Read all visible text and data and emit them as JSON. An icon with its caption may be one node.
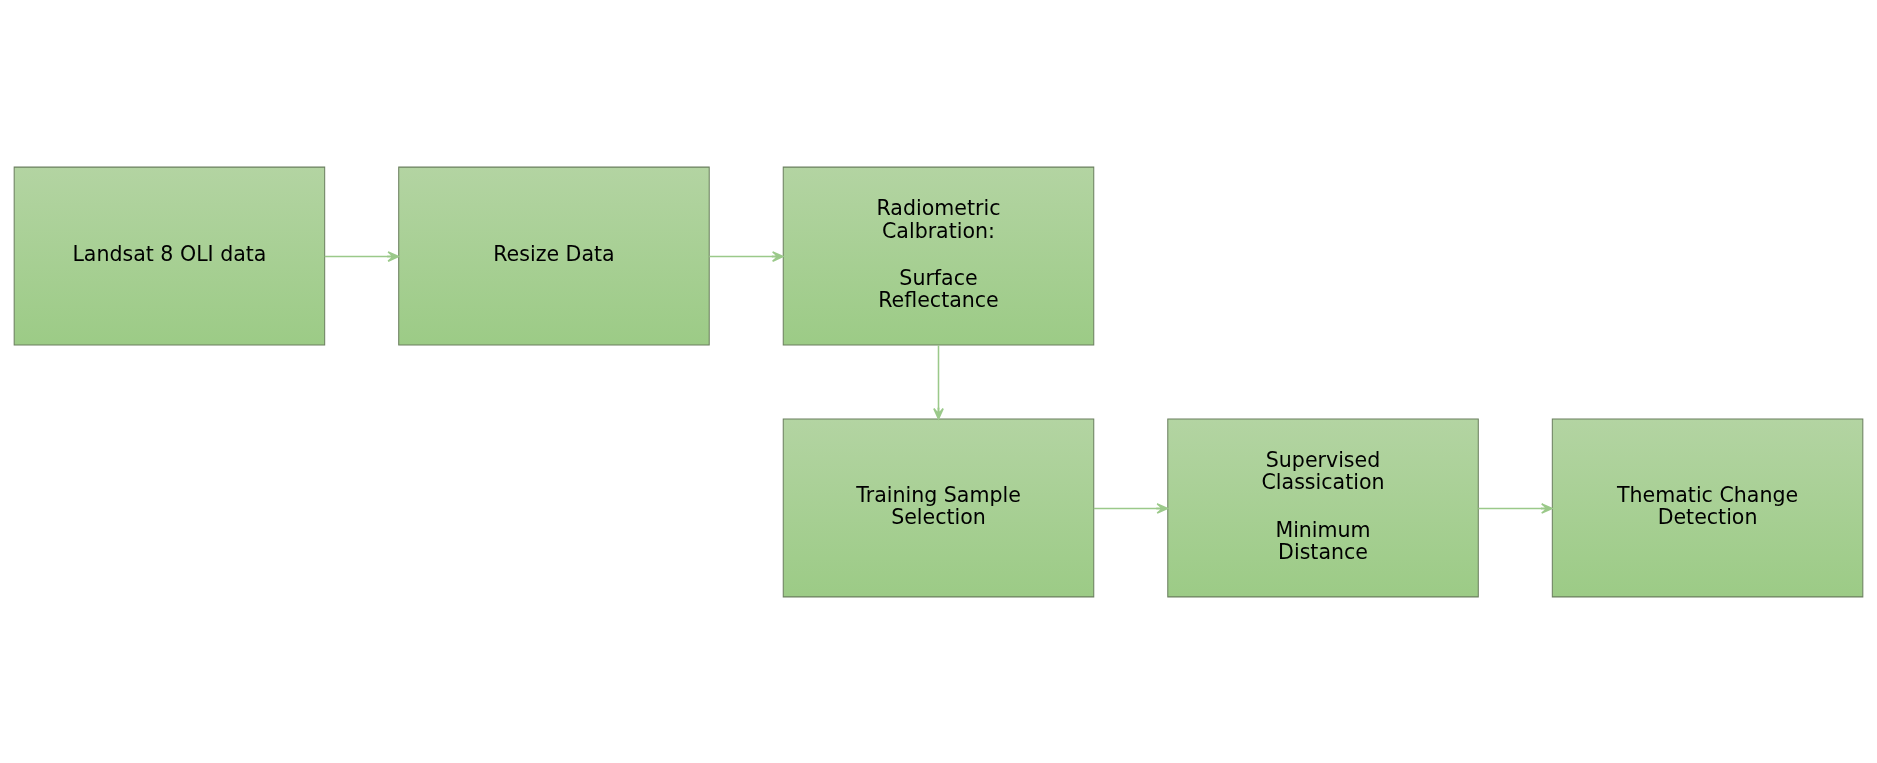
{
  "diagram": {
    "nodes": [
      {
        "text": [
          "Landsat 8 OLI data"
        ]
      },
      {
        "text": [
          "Resize Data"
        ]
      },
      {
        "text": [
          "Radiometric Calbration:",
          "Surface Reflectance"
        ]
      },
      {
        "text": [
          "Training Sample Selection"
        ]
      },
      {
        "text": [
          "Supervised Classication",
          "Minimum Distance"
        ]
      },
      {
        "text": [
          "Thematic Change Detection"
        ]
      }
    ],
    "edges": [
      {
        "from": 0,
        "to": 1,
        "arrow": "to"
      },
      {
        "from": 1,
        "to": 2,
        "arrow": "to"
      },
      {
        "from": 2,
        "to": 3,
        "arrow": "to"
      },
      {
        "from": 3,
        "to": 4,
        "arrow": "to"
      },
      {
        "from": 4,
        "to": 5,
        "arrow": "to"
      }
    ]
  }
}
